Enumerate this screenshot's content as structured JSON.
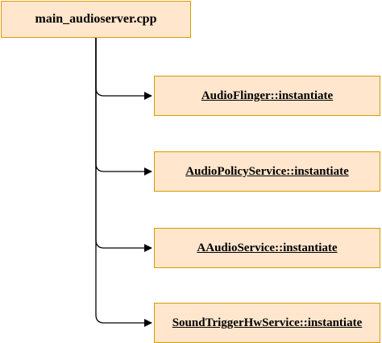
{
  "diagram": {
    "root": {
      "label": "main_audioserver.cpp"
    },
    "children": [
      {
        "label": "AudioFlinger::instantiate"
      },
      {
        "label": "AudioPolicyService::instantiate"
      },
      {
        "label": "AAudioService::instantiate"
      },
      {
        "label": "SoundTriggerHwService::instantiate"
      }
    ]
  },
  "colors": {
    "node_fill": "#ffe6cc",
    "node_border": "#d79b00",
    "connector": "#000000"
  }
}
